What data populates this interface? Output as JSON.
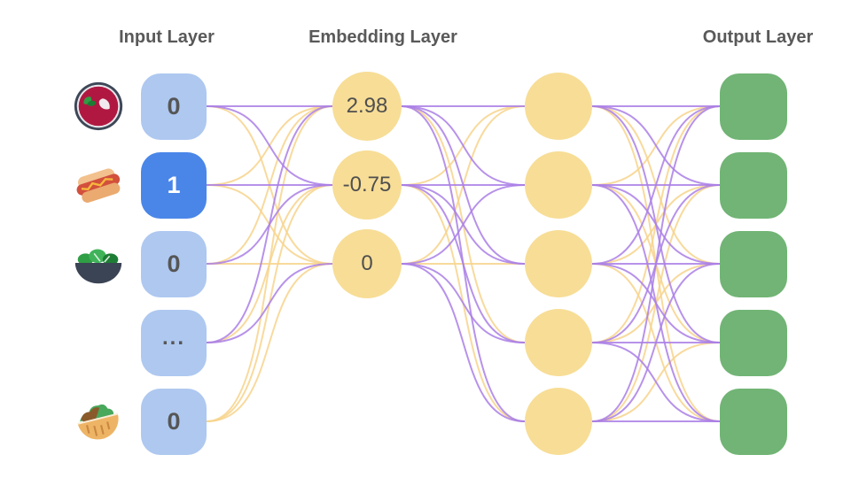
{
  "input_layer": {
    "title": "Input Layer",
    "items": [
      {
        "icon": "soup-bowl-icon",
        "value": "0",
        "active": false
      },
      {
        "icon": "hot-dog-icon",
        "value": "1",
        "active": true
      },
      {
        "icon": "salad-icon",
        "value": "0",
        "active": false
      },
      {
        "icon": "",
        "value": "...",
        "active": false
      },
      {
        "icon": "stuffed-flatbread-icon",
        "value": "0",
        "active": false
      }
    ]
  },
  "embedding_layer": {
    "title": "Embedding Layer",
    "values": [
      "2.98",
      "-0.75",
      "0"
    ]
  },
  "hidden_layer": {
    "node_count": 5
  },
  "output_layer": {
    "title": "Output Layer",
    "node_count": 5
  },
  "colors": {
    "input_box": "#aec8f0",
    "input_box_active": "#4a86e8",
    "node_yellow": "#f7dd96",
    "output_green": "#71b475",
    "edge_purple": "#aa7fe6",
    "edge_yellow": "#f7d48c",
    "title_text": "#595959",
    "value_text": "#565656"
  },
  "edges": {
    "input_to_embedding": [
      [
        "p",
        "p",
        "y"
      ],
      [
        "y",
        "p",
        "y"
      ],
      [
        "y",
        "p",
        "y"
      ],
      [
        "p",
        "y",
        "p"
      ],
      [
        "y",
        "y",
        "y"
      ]
    ],
    "embedding_to_hidden": [
      [
        "p",
        "p",
        "p",
        "y",
        "p"
      ],
      [
        "y",
        "p",
        "p",
        "p",
        "y"
      ],
      [
        "y",
        "p",
        "y",
        "p",
        "p"
      ]
    ],
    "hidden_to_output": [
      [
        "p",
        "p",
        "y",
        "p",
        "y"
      ],
      [
        "y",
        "p",
        "p",
        "y",
        "p"
      ],
      [
        "p",
        "y",
        "p",
        "p",
        "y"
      ],
      [
        "y",
        "p",
        "y",
        "p",
        "p"
      ],
      [
        "p",
        "y",
        "p",
        "y",
        "p"
      ]
    ]
  }
}
